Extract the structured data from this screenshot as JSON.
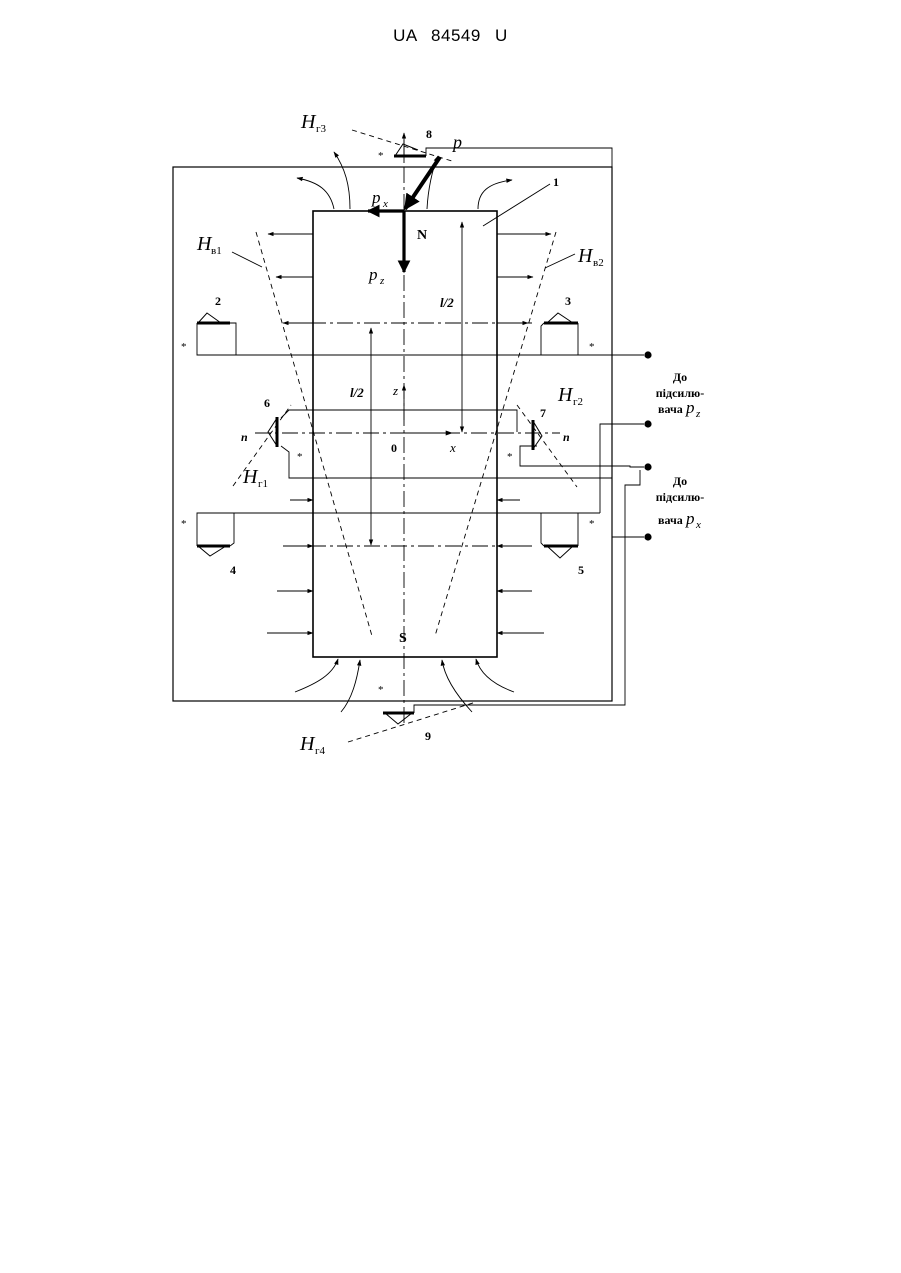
{
  "header": {
    "patent_number": "UA   84549   U"
  },
  "figure": {
    "labels": {
      "magnet": "1",
      "sensor_2": "2",
      "sensor_3": "3",
      "sensor_4": "4",
      "sensor_5": "5",
      "sensor_6": "6",
      "sensor_7": "7",
      "sensor_8": "8",
      "sensor_9": "9",
      "north": "N",
      "south": "S",
      "origin": "0",
      "axis_z": "z",
      "axis_x": "x",
      "half_length_upper": "l/2",
      "half_length_lower": "l/2",
      "normal_left": "n",
      "normal_right": "n",
      "force_p": "p",
      "force_px": "p",
      "force_px_sub": "x",
      "force_pz": "p",
      "force_pz_sub": "z",
      "star": "*"
    },
    "field_labels": {
      "H_v1": {
        "main": "H",
        "sub": "в1"
      },
      "H_v2": {
        "main": "H",
        "sub": "в2"
      },
      "H_g1": {
        "main": "H",
        "sub": "г1"
      },
      "H_g2": {
        "main": "H",
        "sub": "г2"
      },
      "H_g3": {
        "main": "H",
        "sub": "г3"
      },
      "H_g4": {
        "main": "H",
        "sub": "г4"
      }
    },
    "outputs": {
      "pz": {
        "line1": "До",
        "line2": "підсилю-",
        "line3": "вача",
        "symbol": "p",
        "sub": "z"
      },
      "px": {
        "line1": "До",
        "line2": "підсилю-",
        "line3": "вача",
        "symbol": "p",
        "sub": "x"
      }
    }
  }
}
